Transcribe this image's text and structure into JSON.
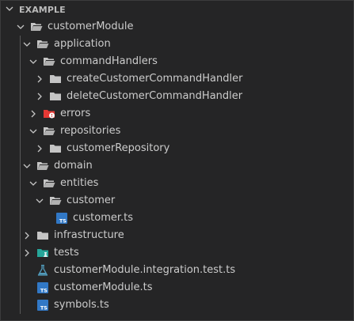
{
  "explorer": {
    "title": "EXAMPLE",
    "colors": {
      "background": "#252526",
      "text": "#cccccc",
      "folder": "#c5c5c5",
      "ts_icon": "#3178c6",
      "errors_folder": "#e53935",
      "tests_folder": "#26a69a",
      "test_flask": "#519aba"
    },
    "items": [
      {
        "label": "customerModule",
        "type": "folder",
        "expanded": true,
        "icon": "folder-open-icon"
      },
      {
        "label": "application",
        "type": "folder",
        "expanded": true,
        "icon": "folder-open-icon"
      },
      {
        "label": "commandHandlers",
        "type": "folder",
        "expanded": true,
        "icon": "folder-open-icon"
      },
      {
        "label": "createCustomerCommandHandler",
        "type": "folder",
        "expanded": false,
        "icon": "folder-icon"
      },
      {
        "label": "deleteCustomerCommandHandler",
        "type": "folder",
        "expanded": false,
        "icon": "folder-icon"
      },
      {
        "label": "errors",
        "type": "folder",
        "expanded": false,
        "icon": "errors-folder-icon"
      },
      {
        "label": "repositories",
        "type": "folder",
        "expanded": true,
        "icon": "folder-open-icon"
      },
      {
        "label": "customerRepository",
        "type": "folder",
        "expanded": false,
        "icon": "folder-icon"
      },
      {
        "label": "domain",
        "type": "folder",
        "expanded": true,
        "icon": "folder-open-icon"
      },
      {
        "label": "entities",
        "type": "folder",
        "expanded": true,
        "icon": "folder-open-icon"
      },
      {
        "label": "customer",
        "type": "folder",
        "expanded": true,
        "icon": "folder-open-icon"
      },
      {
        "label": "customer.ts",
        "type": "file",
        "icon": "typescript-file-icon",
        "icon_text": "TS"
      },
      {
        "label": "infrastructure",
        "type": "folder",
        "expanded": false,
        "icon": "folder-icon"
      },
      {
        "label": "tests",
        "type": "folder",
        "expanded": false,
        "icon": "tests-folder-icon"
      },
      {
        "label": "customerModule.integration.test.ts",
        "type": "file",
        "icon": "test-flask-icon"
      },
      {
        "label": "customerModule.ts",
        "type": "file",
        "icon": "typescript-file-icon",
        "icon_text": "TS"
      },
      {
        "label": "symbols.ts",
        "type": "file",
        "icon": "typescript-file-icon",
        "icon_text": "TS"
      }
    ]
  }
}
